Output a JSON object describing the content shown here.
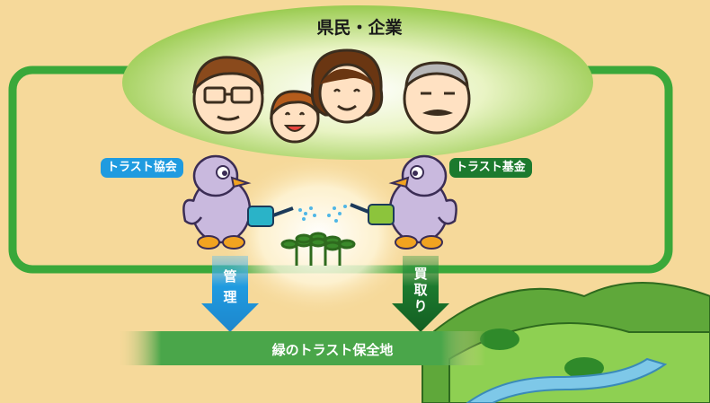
{
  "diagram": {
    "title": "県民・企業",
    "left_org": "トラスト協会",
    "right_org": "トラスト基金",
    "left_arrow_chars": [
      "管",
      "理"
    ],
    "right_arrow_chars": [
      "買",
      "取",
      "り"
    ],
    "bottom_label": "緑のトラスト保全地"
  },
  "colors": {
    "background": "#f6d99a",
    "loop_green": "#3aa83a",
    "ellipse_green": "#9ccc3c",
    "left_blue": "#1f9be0",
    "right_green": "#1c7a2e",
    "band_green": "#4aa64a",
    "bird": "#c9b9de",
    "beak": "#f1a320",
    "hill": "#5fa83a",
    "river": "#7ec8e8"
  },
  "icons": [
    "man-with-glasses-icon",
    "child-icon",
    "woman-icon",
    "elderly-man-icon",
    "bird-mascot-icon",
    "watering-can-icon",
    "seedling-icon",
    "hill-landscape-icon",
    "river-icon"
  ]
}
